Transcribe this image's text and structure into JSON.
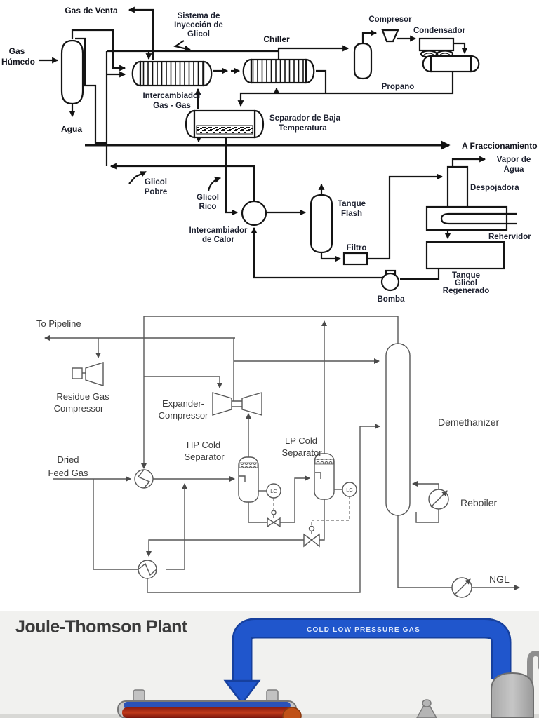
{
  "diagram1": {
    "labels": {
      "gas_de_venta": "Gas de Venta",
      "sistema_l1": "Sistema de",
      "sistema_l2": "Inyección de",
      "sistema_l3": "Glicol",
      "gas_humedo_l1": "Gas",
      "gas_humedo_l2": "Húmedo",
      "agua": "Agua",
      "intercambiador_l1": "Intercambiador",
      "intercambiador_l2": "Gas - Gas",
      "chiller": "Chiller",
      "compresor": "Compresor",
      "condensador": "Condensador",
      "propano": "Propano",
      "separador_l1": "Separador de Baja",
      "separador_l2": "Temperatura",
      "a_fraccionamiento": "A Fraccionamiento",
      "glicol_pobre_l1": "Glicol",
      "glicol_pobre_l2": "Pobre",
      "glicol_rico_l1": "Glicol",
      "glicol_rico_l2": "Rico",
      "int_calor_l1": "Intercambiador",
      "int_calor_l2": "de Calor",
      "tanque_flash_l1": "Tanque",
      "tanque_flash_l2": "Flash",
      "filtro": "Filtro",
      "vapor_agua_l1": "Vapor de",
      "vapor_agua_l2": "Agua",
      "despojadora": "Despojadora",
      "rehervidor": "Rehervidor",
      "tanque_glicol_l1": "Tanque",
      "tanque_glicol_l2": "Glicol",
      "tanque_glicol_l3": "Regenerado",
      "bomba": "Bomba"
    }
  },
  "diagram2": {
    "labels": {
      "to_pipeline": "To Pipeline",
      "residue_l1": "Residue Gas",
      "residue_l2": "Compressor",
      "expander_l1": "Expander-",
      "expander_l2": "Compressor",
      "dried_l1": "Dried",
      "dried_l2": "Feed Gas",
      "hp_l1": "HP Cold",
      "hp_l2": "Separator",
      "lp_l1": "LP Cold",
      "lp_l2": "Separator",
      "demethanizer": "Demethanizer",
      "reboiler": "Reboiler",
      "ngl": "NGL",
      "lc": "LC"
    }
  },
  "bottom": {
    "title": "Joule-Thomson Plant",
    "pipe_label": "COLD LOW PRESSURE GAS",
    "colors": {
      "pipe_blue": "#2056cc",
      "pipe_blue_dark": "#16409e",
      "vessel_red_dark": "#7a150c",
      "vessel_red_light": "#c03a1a",
      "equipment_gray": "#b9b9b9",
      "section_bg": "#f1f1ef"
    }
  }
}
